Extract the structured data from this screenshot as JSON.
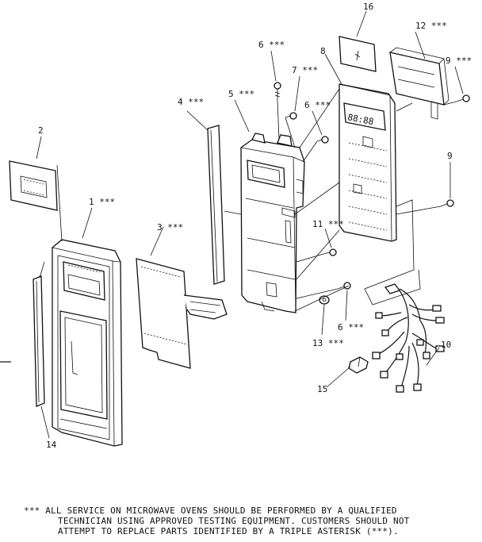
{
  "labels": {
    "p1": "1 ***",
    "p2": "2",
    "p3": "3 ***",
    "p4": "4 ***",
    "p5": "5 ***",
    "p6a": "6 ***",
    "p6b": "6 ***",
    "p6c": "6 ***",
    "p7": "7 ***",
    "p8": "8",
    "p9a": "9 ***",
    "p9b": "9",
    "p10": "10",
    "p11": "11 ***",
    "p12": "12 ***",
    "p13": "13 ***",
    "p14": "14",
    "p15": "15",
    "p16": "16"
  },
  "display_text": "88:88",
  "footnote": {
    "line1": "*** ALL SERVICE ON MICROWAVE OVENS SHOULD BE PERFORMED BY A QUALIFIED",
    "line2": "TECHNICIAN USING APPROVED TESTING EQUIPMENT. CUSTOMERS SHOULD NOT",
    "line3": "ATTEMPT TO REPLACE PARTS IDENTIFIED BY A TRIPLE ASTERISK (***)."
  }
}
